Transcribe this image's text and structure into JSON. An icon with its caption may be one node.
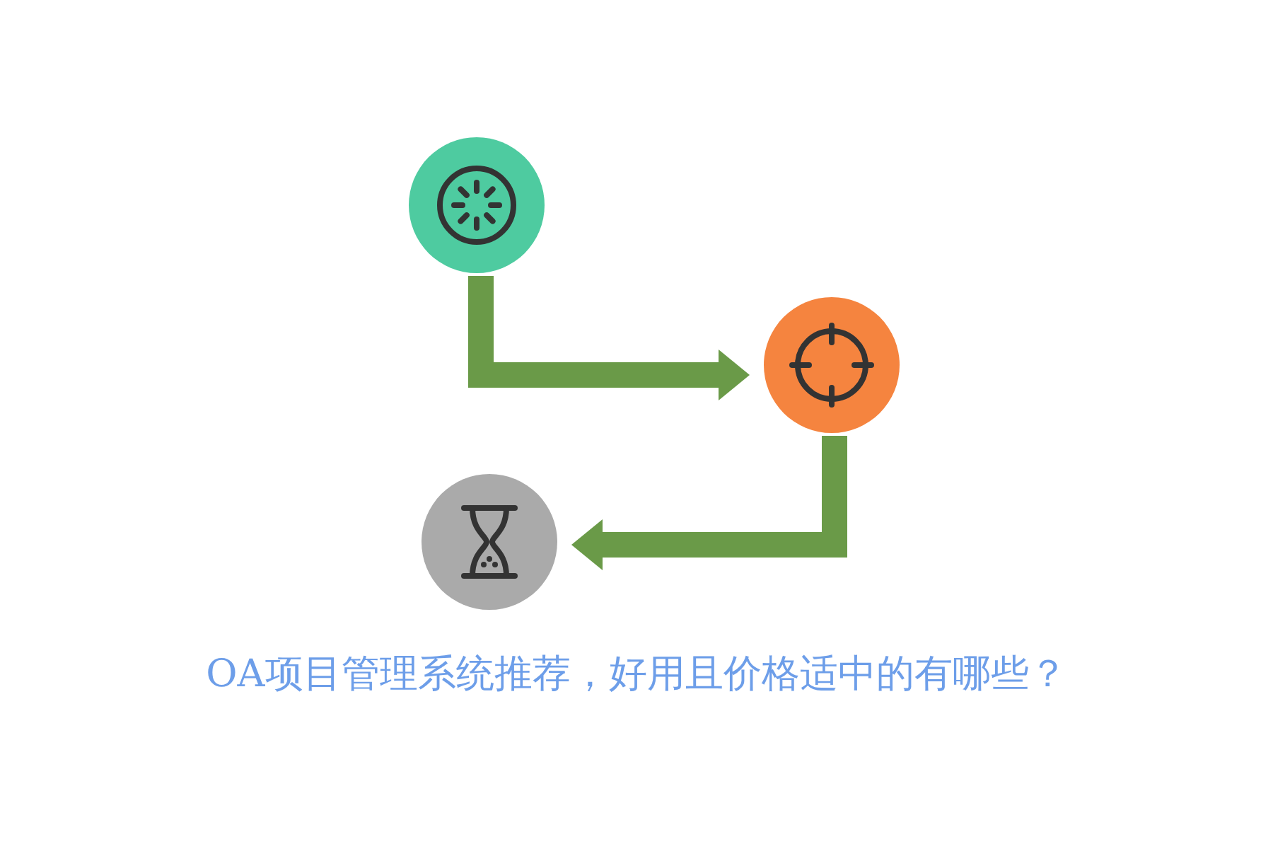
{
  "diagram": {
    "title": "OA项目管理系统推荐，好用且价格适中的有哪些？",
    "nodes": [
      {
        "text": [],
        "shape": "circle"
      },
      {
        "text": [],
        "shape": "circle"
      },
      {
        "text": [],
        "shape": "circle"
      }
    ],
    "edges": [
      {
        "from": 0,
        "to": 1,
        "arrow": "to"
      },
      {
        "from": 1,
        "to": 2,
        "arrow": "to"
      }
    ]
  }
}
